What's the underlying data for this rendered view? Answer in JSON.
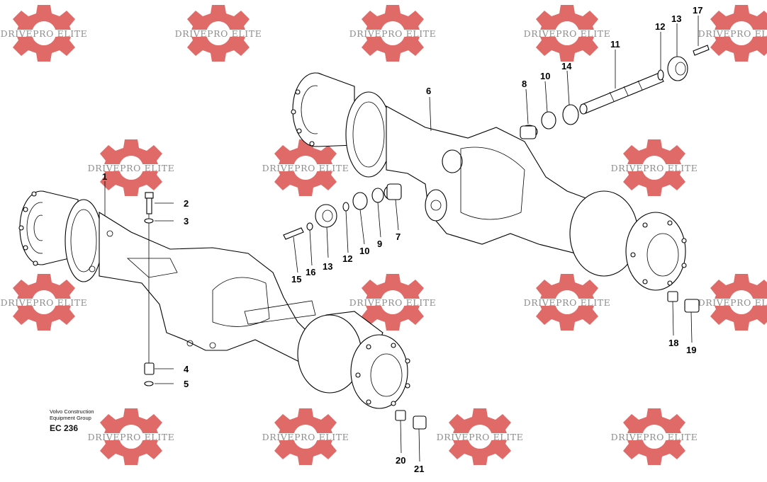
{
  "watermark": {
    "text": "DRIVEPRO ELITE",
    "gear_color": "#e06a68",
    "text_color": "#8d8d8d"
  },
  "callouts": [
    {
      "id": "1",
      "label": "1"
    },
    {
      "id": "2",
      "label": "2"
    },
    {
      "id": "3",
      "label": "3"
    },
    {
      "id": "4",
      "label": "4"
    },
    {
      "id": "5",
      "label": "5"
    },
    {
      "id": "6",
      "label": "6"
    },
    {
      "id": "7",
      "label": "7"
    },
    {
      "id": "8",
      "label": "8"
    },
    {
      "id": "9",
      "label": "9"
    },
    {
      "id": "10a",
      "label": "10"
    },
    {
      "id": "10b",
      "label": "10"
    },
    {
      "id": "11",
      "label": "11"
    },
    {
      "id": "12a",
      "label": "12"
    },
    {
      "id": "12b",
      "label": "12"
    },
    {
      "id": "13a",
      "label": "13"
    },
    {
      "id": "13b",
      "label": "13"
    },
    {
      "id": "14",
      "label": "14"
    },
    {
      "id": "15",
      "label": "15"
    },
    {
      "id": "16",
      "label": "16"
    },
    {
      "id": "17",
      "label": "17"
    },
    {
      "id": "18",
      "label": "18"
    },
    {
      "id": "19",
      "label": "19"
    },
    {
      "id": "20",
      "label": "20"
    },
    {
      "id": "21",
      "label": "21"
    }
  ],
  "caption": {
    "line1": "Volvo Construction",
    "line2": "Equipment Group",
    "code": "EC 236"
  }
}
